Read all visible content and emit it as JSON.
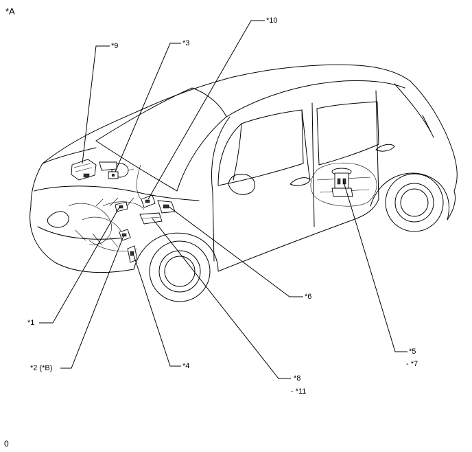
{
  "figure_label": "*A",
  "footer_text": "0",
  "callouts": {
    "c1": "*1",
    "c2": "*2 (*B)",
    "c3": "*3",
    "c4": "*4",
    "c5": "*5",
    "c5b": "- *7",
    "c6": "*6",
    "c8": "*8",
    "c8b": "- *11",
    "c9": "*9",
    "c10": "*10"
  }
}
